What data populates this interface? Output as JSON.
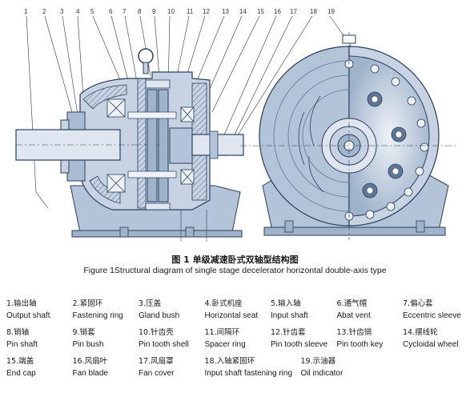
{
  "callout_numbers": [
    "1",
    "2",
    "3",
    "4",
    "5",
    "6",
    "7",
    "8",
    "9",
    "10",
    "11",
    "12",
    "13",
    "14",
    "15",
    "16",
    "17",
    "18",
    "19"
  ],
  "caption": {
    "chinese": "图 1 单级减速卧式双轴型结构图",
    "english": "Figure 1Structural diagram of single stage decelerator horizontal double-axis type"
  },
  "legend": {
    "rows": [
      [
        {
          "cn": "1.输出轴",
          "en": "Output shaft"
        },
        {
          "cn": "2.紧固环",
          "en": "Fastening ring"
        },
        {
          "cn": "3.压盖",
          "en": "Gland bush"
        },
        {
          "cn": "4.卧式机座",
          "en": "Horizontal seat"
        },
        {
          "cn": "5.输入轴",
          "en": "Input shaft"
        },
        {
          "cn": "6.通气帽",
          "en": "Abat vent"
        },
        {
          "cn": "7.偏心套",
          "en": "Eccentric sleeve"
        }
      ],
      [
        {
          "cn": "8.销轴",
          "en": "Pin shaft"
        },
        {
          "cn": "9.销套",
          "en": "Pin bush"
        },
        {
          "cn": "10.针齿壳",
          "en": "Pin tooth shell"
        },
        {
          "cn": "11.间隔环",
          "en": "Spacer ring"
        },
        {
          "cn": "12.针齿套",
          "en": "Pin tooth sleeve"
        },
        {
          "cn": "13.针齿销",
          "en": "Pin tooth key"
        },
        {
          "cn": "14.摆线轮",
          "en": "Cycloidal wheel"
        }
      ],
      [
        {
          "cn": "15.端盖",
          "en": "End cap"
        },
        {
          "cn": "16.风扇叶",
          "en": "Fan blade"
        },
        {
          "cn": "17.风扇罩",
          "en": "Fan cover"
        },
        {
          "cn": "18.入轴紧固环",
          "en": "Input shaft fastening ring"
        },
        {
          "cn": "19.示油器",
          "en": "Oil indicator"
        }
      ]
    ]
  },
  "colors": {
    "line": "#2a3f5c",
    "metal": "#c7d3e2",
    "housing": "#a9bcd2",
    "shadow": "#8ea3bd",
    "hatch": "#6f86a4"
  }
}
